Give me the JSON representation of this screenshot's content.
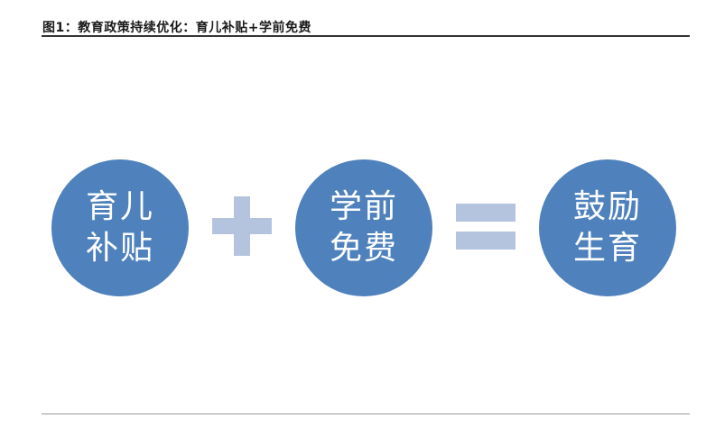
{
  "title": "图1：教育政策持续优化：育儿补贴+学前免费",
  "colors": {
    "circle": "#4f81bd",
    "operator": "#b4c4df",
    "circle_text": "#ffffff"
  },
  "nodes": [
    {
      "line1": "育儿",
      "line2": "补贴"
    },
    {
      "line1": "学前",
      "line2": "免费"
    },
    {
      "line1": "鼓励",
      "line2": "生育"
    }
  ],
  "operators": {
    "plus": "plus-icon",
    "equals": "equals-icon"
  },
  "footer": {
    "source": ""
  }
}
